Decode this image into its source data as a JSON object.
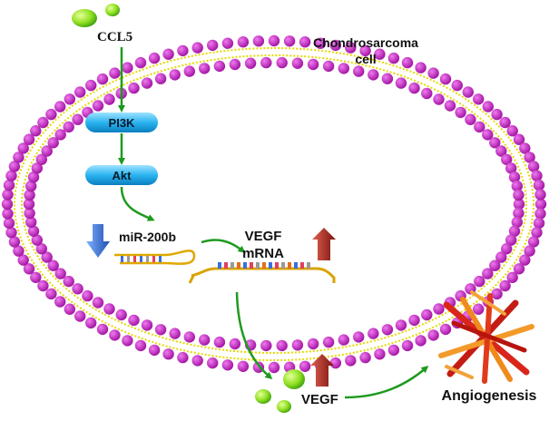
{
  "labels": {
    "ccl5": "CCL5",
    "cell_line1": "Chondrosarcoma",
    "cell_line2": "cell",
    "pi3k": "PI3K",
    "akt": "Akt",
    "mir": "miR-200b",
    "vegf_mrna_line1": "VEGF",
    "vegf_mrna_line2": "mRNA",
    "vegf": "VEGF",
    "angiogenesis": "Angiogenesis"
  },
  "colors": {
    "membrane_head": "#c71fc7",
    "membrane_tail": "#e8d800",
    "arrow_green": "#1e9a1e",
    "ligand_green": "#8fe020",
    "node_blue": "#1aa7e6",
    "down_arrow_blue": "#3a7bd5",
    "up_arrow_red": "#9b2520",
    "rna_backbone": "#e0a800",
    "angio_red": "#d9261c",
    "angio_orange": "#f08a1c"
  },
  "icons": {
    "ligand": "green-ball-icon",
    "down_arrow": "blue-down-arrow-icon",
    "up_arrow": "red-up-arrow-icon",
    "hairpin": "mirna-hairpin-icon",
    "mrna": "mrna-strand-icon",
    "angiogenesis": "vessel-bundle-icon"
  }
}
